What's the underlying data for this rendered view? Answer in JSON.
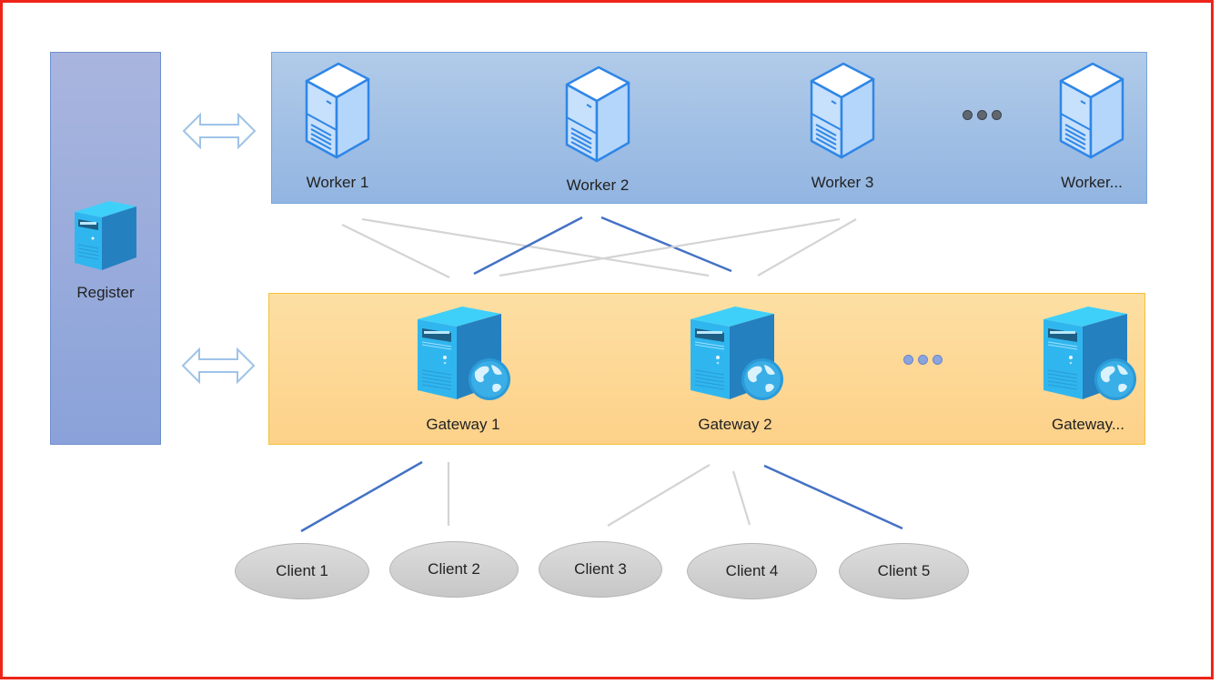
{
  "colors": {
    "frame": "#ee2418",
    "register_fill": "#9fafdd",
    "workers_fill": "#a4c2e6",
    "gateways_fill": "#fdd897",
    "active_link": "#4472c4",
    "inactive_link": "#d4d4d4",
    "client_fill": "#d2d2d2"
  },
  "register": {
    "label": "Register",
    "icon": "server-icon"
  },
  "arrows": [
    {
      "name": "register-workers-arrow",
      "icon": "double-arrow-icon"
    },
    {
      "name": "register-gateways-arrow",
      "icon": "double-arrow-icon"
    }
  ],
  "workers": {
    "items": [
      {
        "label": "Worker 1",
        "icon": "server-outline-icon"
      },
      {
        "label": "Worker 2",
        "icon": "server-outline-icon"
      },
      {
        "label": "Worker 3",
        "icon": "server-outline-icon"
      },
      {
        "label": "Worker...",
        "icon": "server-outline-icon"
      }
    ],
    "ellipsis": "ellipsis-icon"
  },
  "gateways": {
    "items": [
      {
        "label": "Gateway 1",
        "icon": "web-server-icon"
      },
      {
        "label": "Gateway 2",
        "icon": "web-server-icon"
      },
      {
        "label": "Gateway...",
        "icon": "web-server-icon"
      }
    ],
    "ellipsis": "ellipsis-icon"
  },
  "clients": [
    {
      "label": "Client 1"
    },
    {
      "label": "Client 2"
    },
    {
      "label": "Client 3"
    },
    {
      "label": "Client 4"
    },
    {
      "label": "Client 5"
    }
  ],
  "links": {
    "worker_gateway": [
      {
        "from": "Worker 1",
        "to": "Gateway 1",
        "active": false
      },
      {
        "from": "Worker 1",
        "to": "Gateway 2",
        "active": false
      },
      {
        "from": "Worker 2",
        "to": "Gateway 1",
        "active": true
      },
      {
        "from": "Worker 2",
        "to": "Gateway 2",
        "active": true
      },
      {
        "from": "Worker 3",
        "to": "Gateway 1",
        "active": false
      },
      {
        "from": "Worker 3",
        "to": "Gateway 2",
        "active": false
      }
    ],
    "gateway_client": [
      {
        "from": "Gateway 1",
        "to": "Client 1",
        "active": true
      },
      {
        "from": "Gateway 1",
        "to": "Client 2",
        "active": false
      },
      {
        "from": "Gateway 2",
        "to": "Client 3",
        "active": false
      },
      {
        "from": "Gateway 2",
        "to": "Client 4",
        "active": false
      },
      {
        "from": "Gateway 2",
        "to": "Client 5",
        "active": true
      }
    ]
  }
}
